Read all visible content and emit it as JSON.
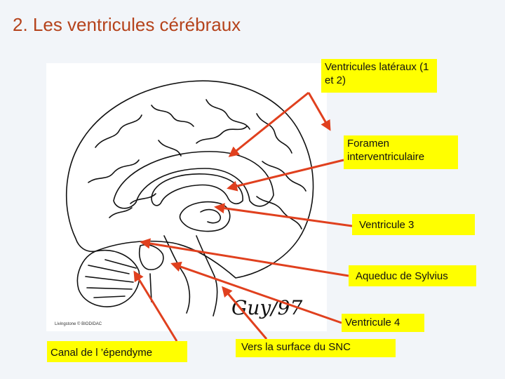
{
  "title": "2. Les ventricules cérébraux",
  "labels": {
    "lateraux": "Ventricules latéraux (1 et 2)",
    "foramen": "Foramen interventriculaire",
    "ventricule3": "Ventricule 3",
    "aqueduc": "Aqueduc de Sylvius",
    "ventricule4": "Ventricule 4",
    "canal": "Canal de l ’épendyme",
    "surface": "Vers la surface du SNC"
  },
  "drawing": {
    "credit": "Livingstone © BIODIDAC",
    "signature": "Guy/97"
  },
  "colors": {
    "title": "#b5431c",
    "label_bg": "#ffff00",
    "arrow": "#e0401e",
    "background": "#f2f5f9"
  }
}
